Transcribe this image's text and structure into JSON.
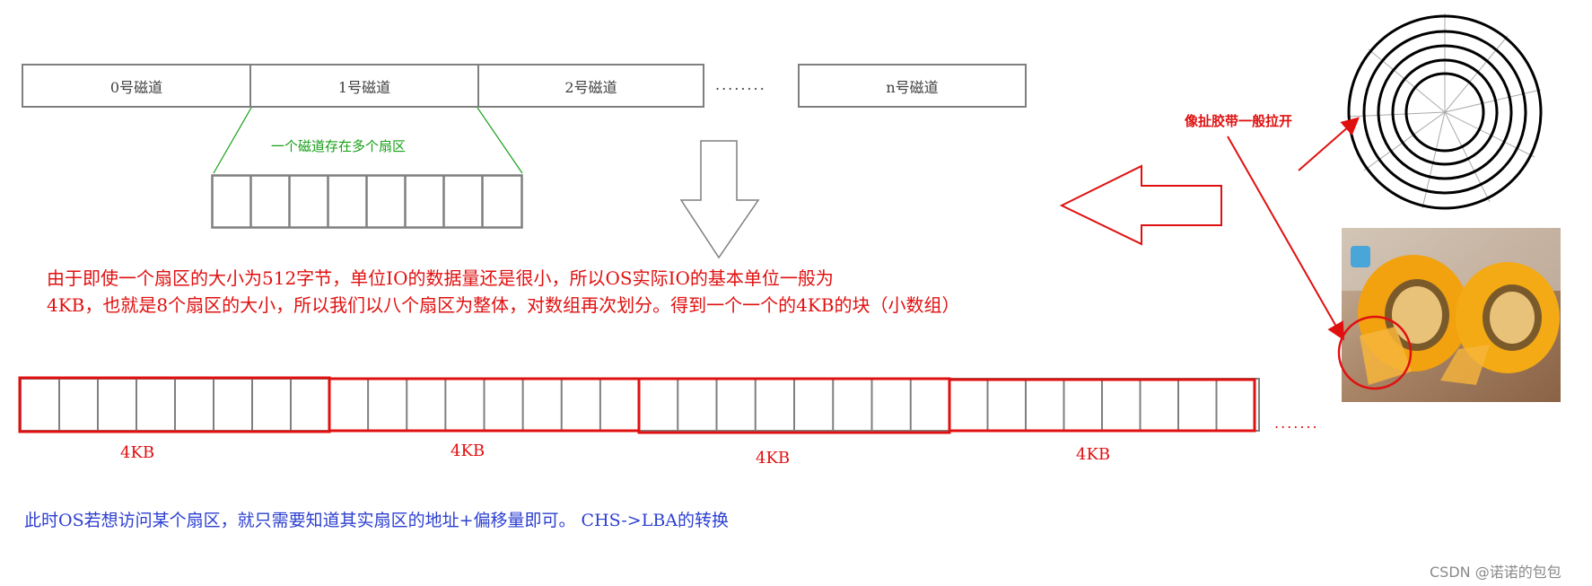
{
  "tracks": {
    "labels": [
      "0号磁道",
      "1号磁道",
      "2号磁道",
      "n号磁道"
    ],
    "dots": "........"
  },
  "sector_zoom": {
    "label": "一个磁道存在多个扇区",
    "sector_count": 8
  },
  "explanation": {
    "line1": "由于即使一个扇区的大小为512字节，单位IO的数据量还是很小，所以OS实际IO的基本单位一般为",
    "line2": "4KB，也就是8个扇区的大小，所以我们以八个扇区为整体，对数组再次划分。得到一个一个的4KB的块（小数组）"
  },
  "blocks": {
    "labels": [
      "4KB",
      "4KB",
      "4KB",
      "4KB"
    ],
    "sectors_per_block": 8,
    "dots": "......."
  },
  "disk_note": "像扯胶带一般拉开",
  "bottom_note": "此时OS若想访问某个扇区，就只需要知道其实扇区的地址+偏移量即可。 CHS->LBA的转换",
  "watermark": "CSDN @诺诺的包包",
  "colors": {
    "accent_red": "#e01010",
    "green": "#16a016",
    "blue": "#2c3fd0",
    "grey": "#7f7f7f"
  }
}
